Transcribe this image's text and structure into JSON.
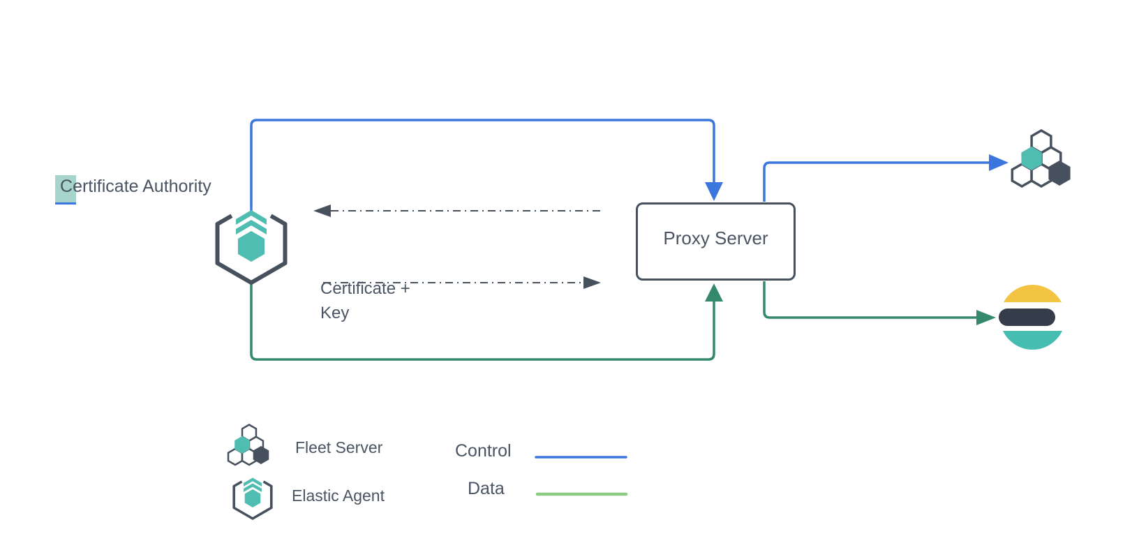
{
  "diagram": {
    "certificate_authority": {
      "selected_text": "C",
      "rest_text": "ertificate Authority"
    },
    "proxy_server": {
      "label": "Proxy Server"
    },
    "certificate_key_note": "Certificate +\nKey",
    "legend": {
      "fleet_server_label": "Fleet Server",
      "elastic_agent_label": "Elastic Agent",
      "control_label": "Control",
      "data_label": "Data"
    },
    "icons": {
      "elastic_agent": "elastic-agent-icon",
      "fleet_server": "fleet-server-icon",
      "elasticsearch": "elasticsearch-icon"
    },
    "colors": {
      "control_blue": "#3B76DE",
      "data_green": "#35896B",
      "legend_data_green": "#8CCB83",
      "teal": "#4FBDB1",
      "dark_slate": "#47515E",
      "text_color": "#4A5463",
      "highlight_teal": "#A7D4CB",
      "es_yellow": "#F3C342",
      "es_dark": "#343D49",
      "es_teal": "#46BDB1"
    }
  }
}
